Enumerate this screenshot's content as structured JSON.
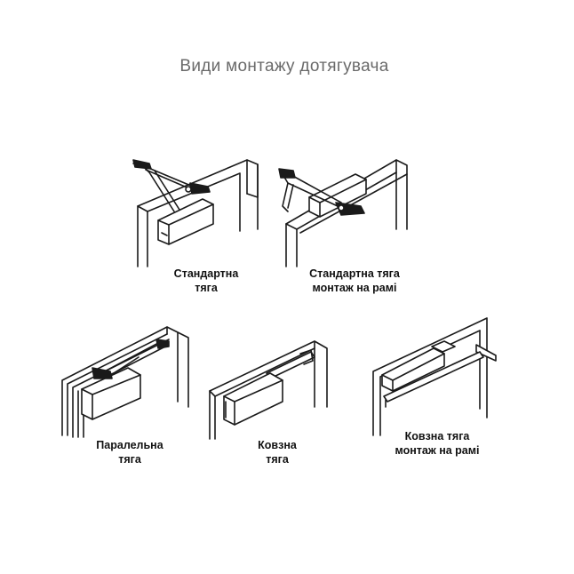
{
  "title": "Види монтажу дотягувача",
  "items": [
    {
      "line1": "Стандартна",
      "line2": "тяга"
    },
    {
      "line1": "Стандартна тяга",
      "line2": "монтаж на рамі"
    },
    {
      "line1": "Паралельна",
      "line2": "тяга"
    },
    {
      "line1": "Ковзна",
      "line2": "тяга"
    },
    {
      "line1": "Ковзна тяга",
      "line2": "монтаж на рамі"
    }
  ]
}
